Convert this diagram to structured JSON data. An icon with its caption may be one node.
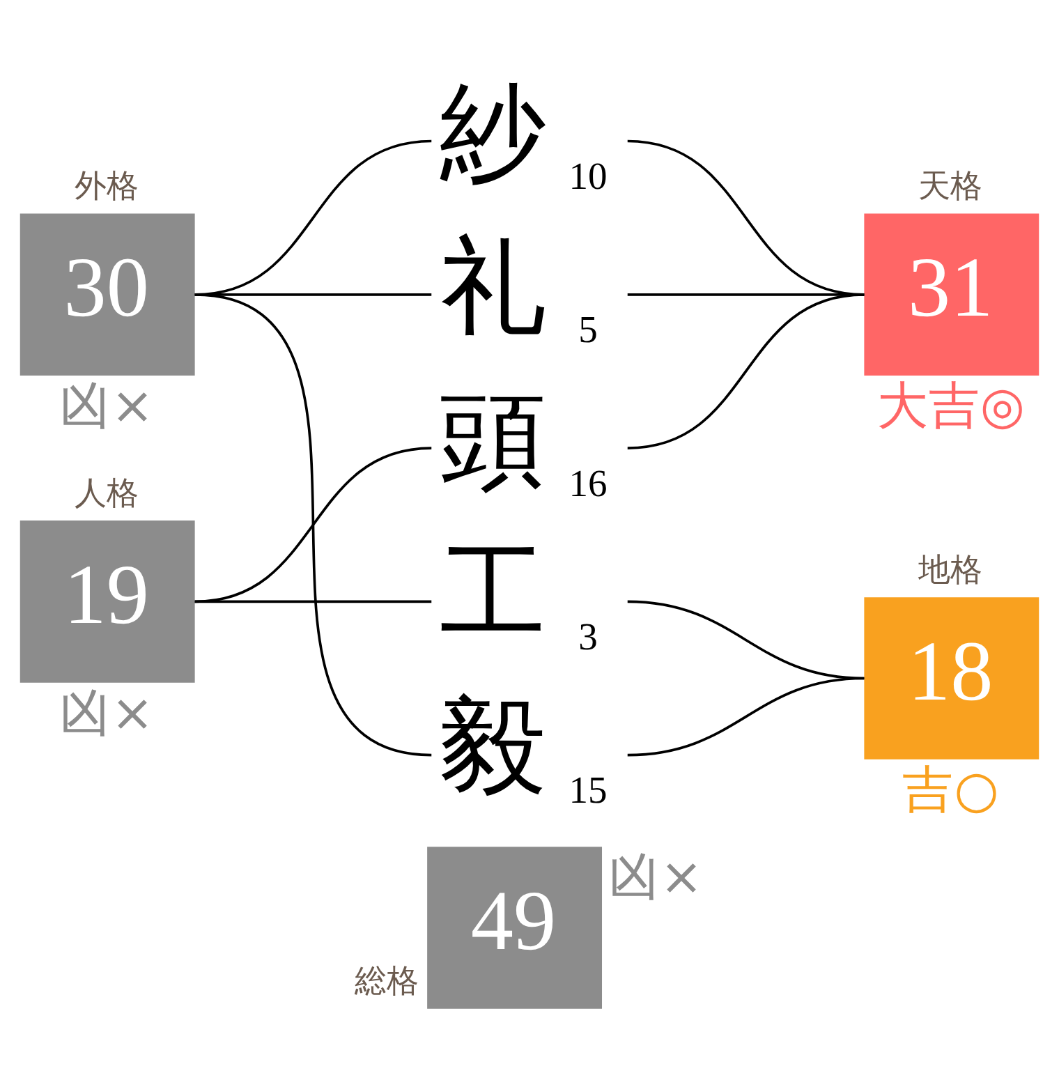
{
  "diagram": {
    "nodes": [
      {
        "text": [
          "外格",
          "30"
        ],
        "beside": [
          "凶×"
        ]
      },
      {
        "text": [
          "紗"
        ],
        "beside": [
          "10"
        ]
      },
      {
        "text": [
          "天格",
          "31"
        ],
        "beside": [
          "大吉◎"
        ]
      },
      {
        "text": [
          "礼"
        ],
        "beside": [
          "5"
        ]
      },
      {
        "text": [
          "頭"
        ],
        "beside": [
          "16"
        ]
      },
      {
        "text": [
          "人格",
          "19"
        ],
        "beside": [
          "凶×"
        ]
      },
      {
        "text": [
          "工"
        ],
        "beside": [
          "3"
        ]
      },
      {
        "text": [
          "地格",
          "18"
        ],
        "beside": [
          "吉○"
        ]
      },
      {
        "text": [
          "毅"
        ],
        "beside": [
          "15"
        ]
      },
      {
        "text": [
          "総格",
          "49"
        ],
        "beside": [
          "凶×"
        ]
      }
    ],
    "edges": [
      {
        "from": 0,
        "to": 1,
        "arrow": "none"
      },
      {
        "from": 0,
        "to": 3,
        "arrow": "none"
      },
      {
        "from": 0,
        "to": 8,
        "arrow": "none"
      },
      {
        "from": 1,
        "to": 2,
        "arrow": "none"
      },
      {
        "from": 3,
        "to": 2,
        "arrow": "none"
      },
      {
        "from": 4,
        "to": 2,
        "arrow": "none"
      },
      {
        "from": 5,
        "to": 4,
        "arrow": "none"
      },
      {
        "from": 5,
        "to": 6,
        "arrow": "none"
      },
      {
        "from": 6,
        "to": 7,
        "arrow": "none"
      },
      {
        "from": 8,
        "to": 7,
        "arrow": "none"
      }
    ]
  }
}
